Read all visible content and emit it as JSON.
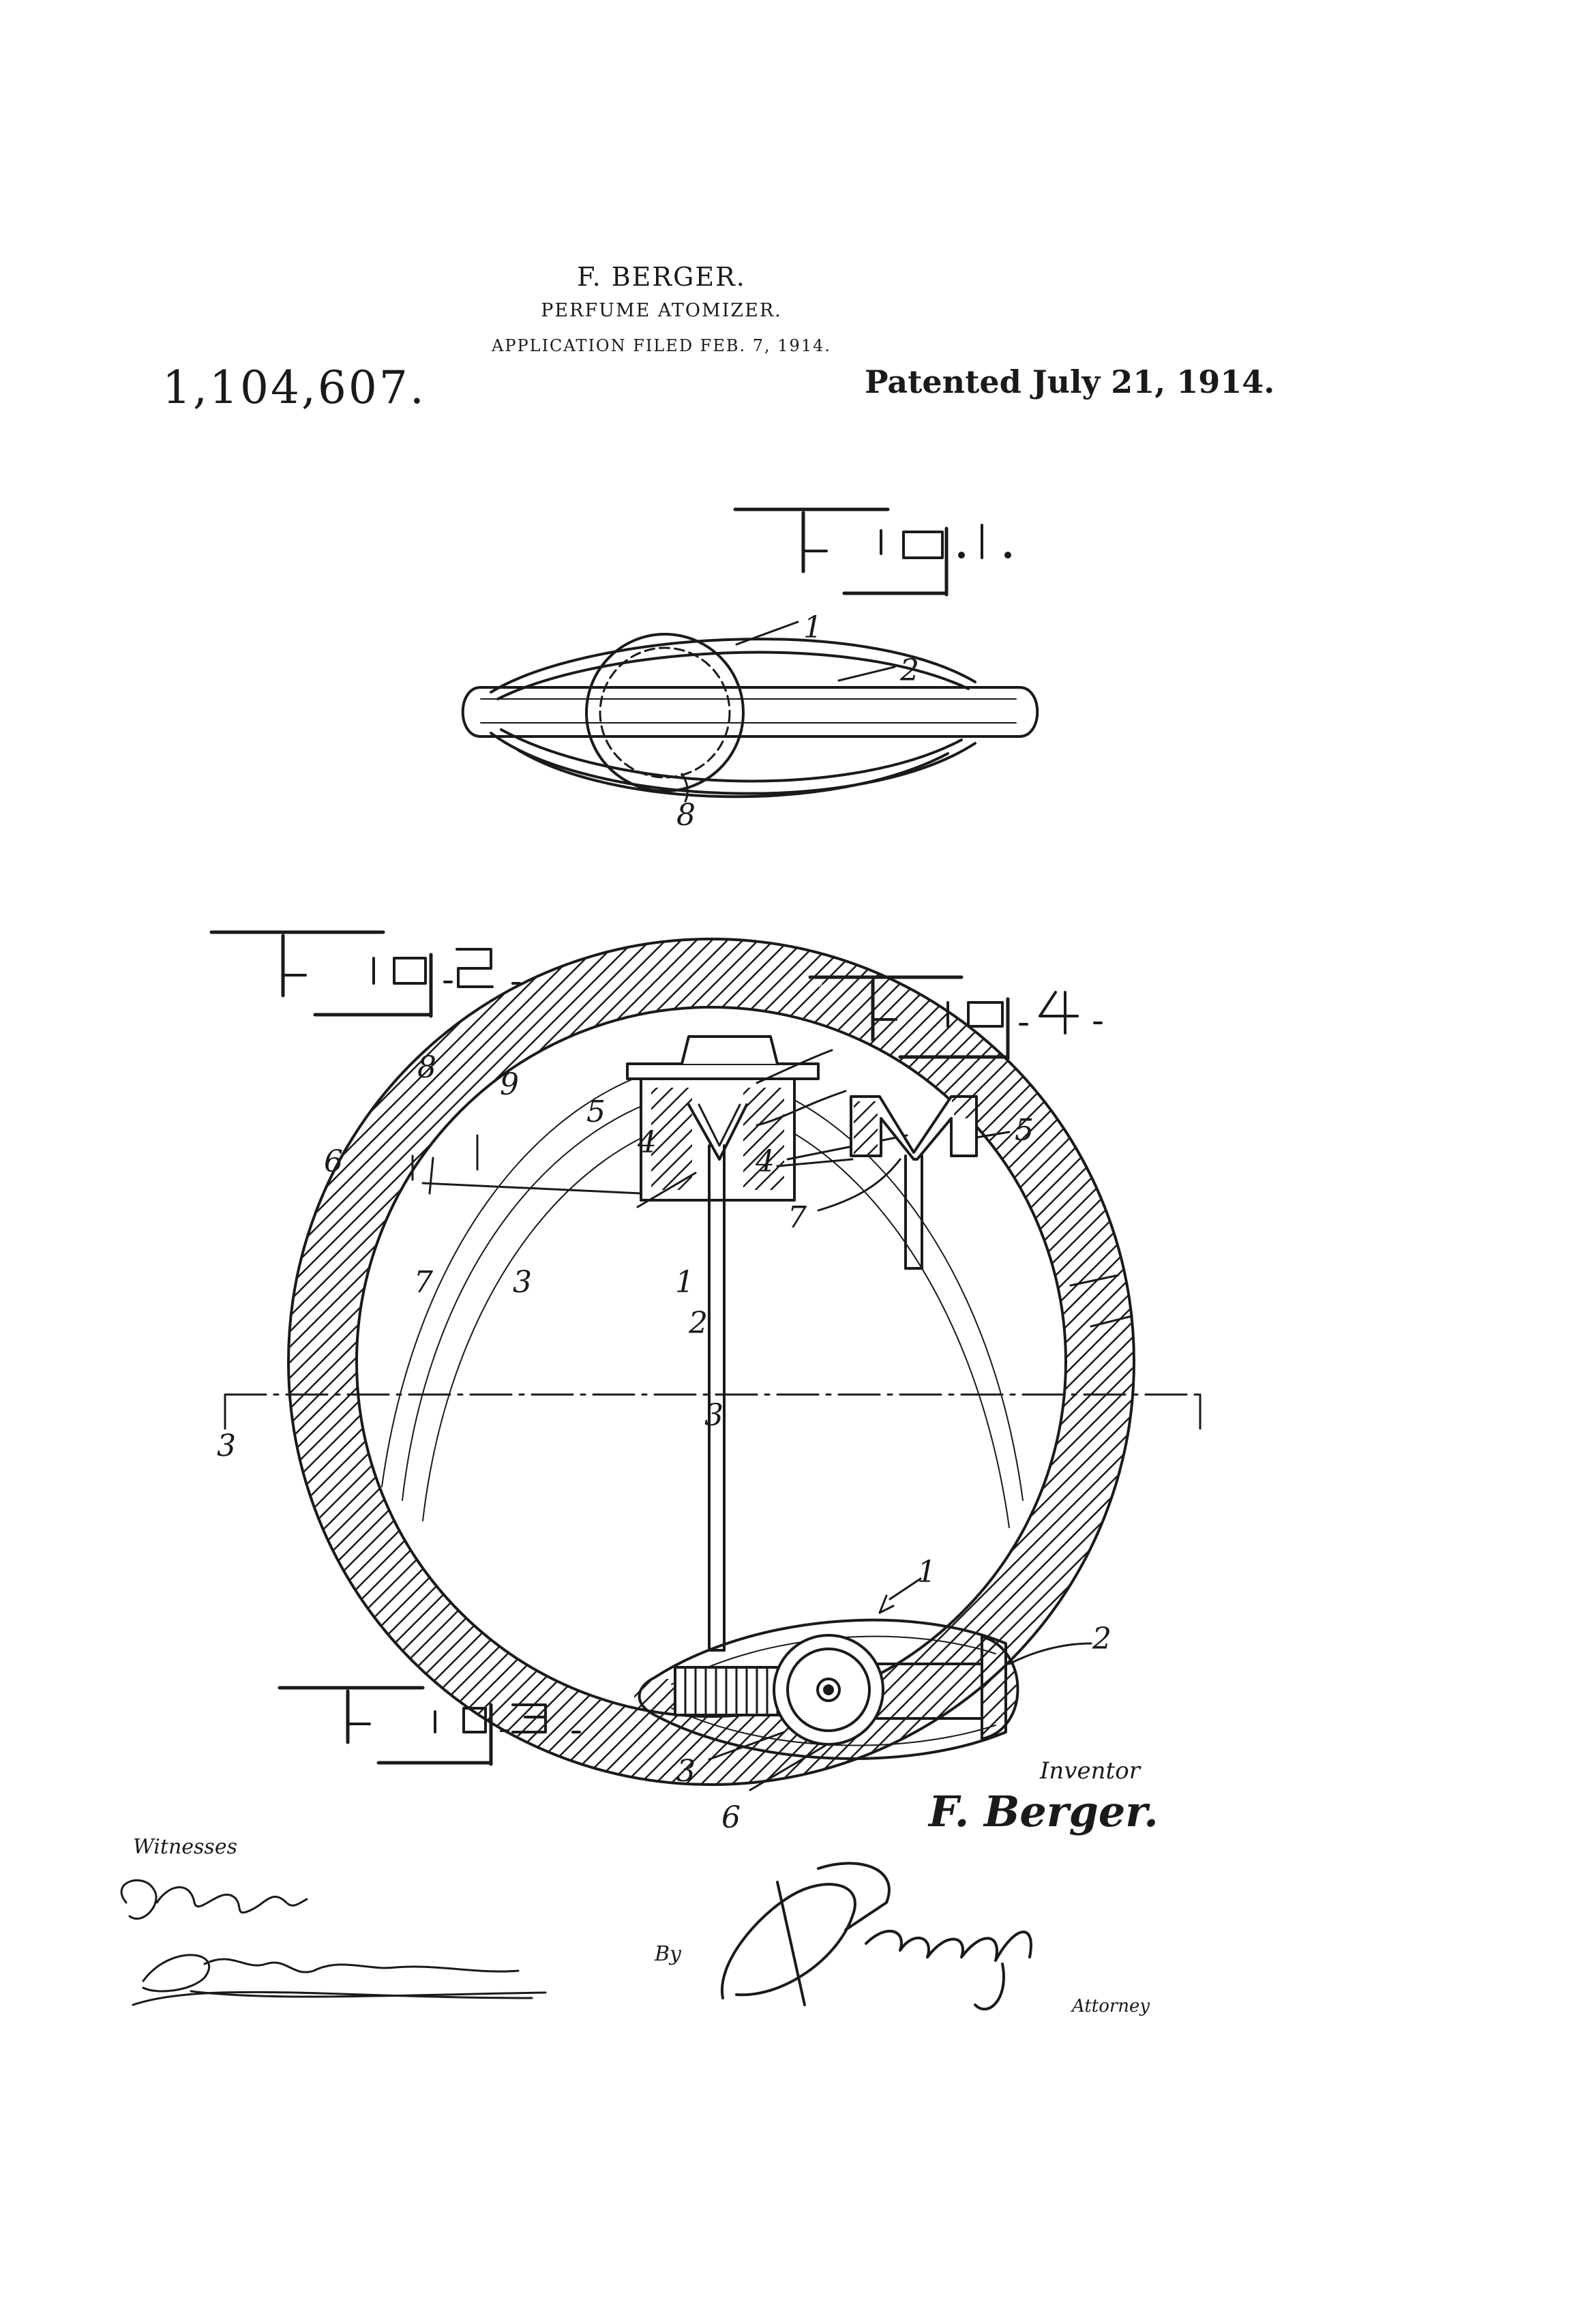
{
  "header": {
    "inventor": "F. BERGER.",
    "title": "PERFUME ATOMIZER.",
    "application": "APPLICATION FILED FEB. 7, 1914.",
    "patent_number": "1,104,607.",
    "patented": "Patented July 21, 1914."
  },
  "figures": {
    "fig1": {
      "label": "Fig.1.",
      "refs": [
        "1",
        "2",
        "8"
      ]
    },
    "fig2": {
      "label": "Fig.2.",
      "refs": [
        "8",
        "9",
        "5",
        "4",
        "6",
        "7",
        "3",
        "1",
        "2",
        "3",
        "3"
      ]
    },
    "fig3": {
      "label": "Fig.3.",
      "refs": [
        "1",
        "2",
        "3",
        "6"
      ]
    },
    "fig4": {
      "label": "Fig.4.",
      "refs": [
        "4",
        "5",
        "7"
      ]
    }
  },
  "signatures": {
    "inventor_label": "Inventor",
    "inventor_name": "F. Berger.",
    "witnesses_label": "Witnesses",
    "attorney_by": "By",
    "attorney_label": "Attorney"
  },
  "colors": {
    "ink": "#1a1a1a",
    "paper": "#ffffff"
  }
}
